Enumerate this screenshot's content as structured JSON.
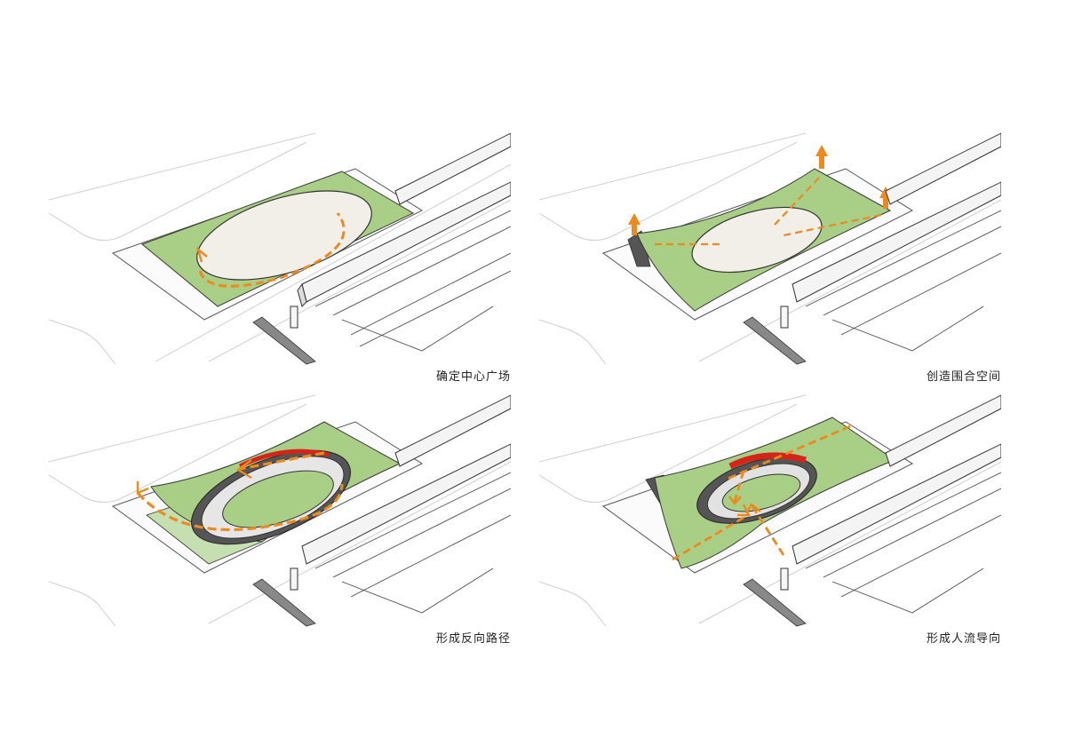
{
  "panels": [
    {
      "caption": "确定中心广场"
    },
    {
      "caption": "创造围合空间"
    },
    {
      "caption": "形成反向路径"
    },
    {
      "caption": "形成人流导向"
    }
  ],
  "colors": {
    "lawn": "#a9cf86",
    "lawn_light": "#c6dfb0",
    "plaza": "#f2efe8",
    "arrow": "#ec8a1d",
    "roof_red": "#d62418",
    "outline": "#3a3a3a",
    "context_line": "#c8c8c8"
  }
}
